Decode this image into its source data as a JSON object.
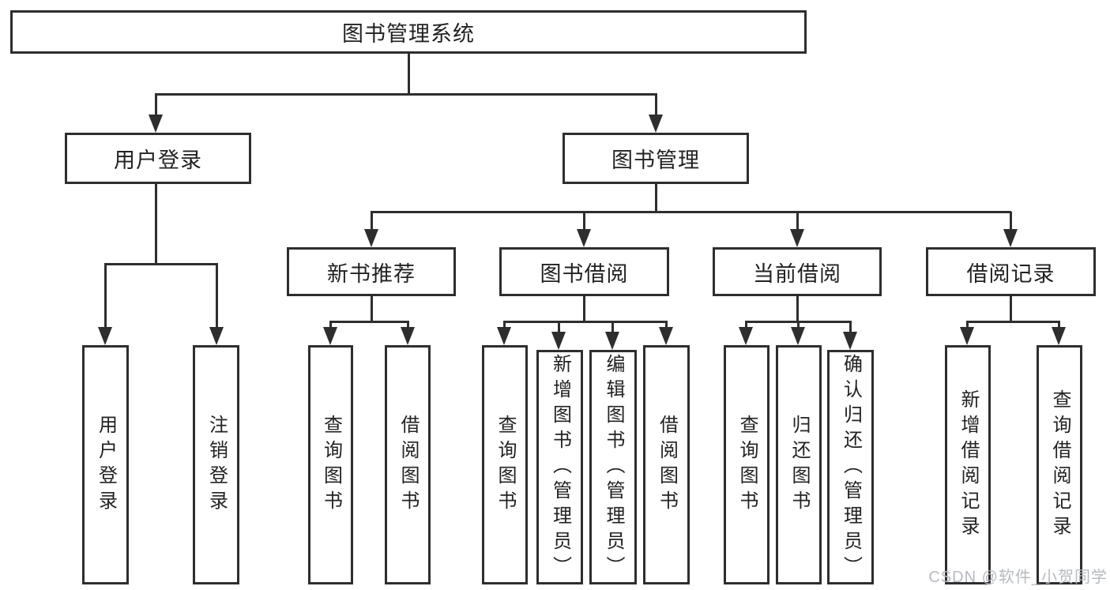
{
  "diagram": {
    "root": "图书管理系统",
    "login": {
      "label": "用户登录",
      "children": [
        "用户登录",
        "注销登录"
      ]
    },
    "management": {
      "label": "图书管理",
      "groups": [
        {
          "label": "新书推荐",
          "children": [
            "查询图书",
            "借阅图书"
          ]
        },
        {
          "label": "图书借阅",
          "children": [
            "查询图书",
            "新增图书（管理员）",
            "编辑图书（管理员）",
            "借阅图书"
          ]
        },
        {
          "label": "当前借阅",
          "children": [
            "查询图书",
            "归还图书",
            "确认归还（管理员）"
          ]
        },
        {
          "label": "借阅记录",
          "children": [
            "新增借阅记录",
            "查询借阅记录"
          ]
        }
      ]
    }
  },
  "watermark": "CSDN @软件_小贺同学",
  "colors": {
    "line": "#2e2e2e",
    "text": "#222222",
    "watermark": "#b6bac0"
  }
}
